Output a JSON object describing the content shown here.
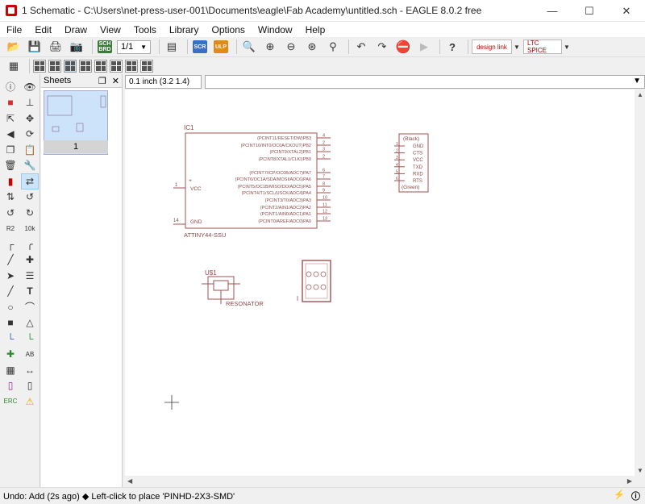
{
  "window": {
    "title": "1 Schematic - C:\\Users\\net-press-user-001\\Documents\\eagle\\Fab Academy\\untitled.sch - EAGLE 8.0.2 free"
  },
  "menu": [
    "File",
    "Edit",
    "Draw",
    "View",
    "Tools",
    "Library",
    "Options",
    "Window",
    "Help"
  ],
  "toolbar": {
    "sheet_select": "1/1",
    "sch_brd": "SCH BRD",
    "scr": "SCR",
    "ulp": "ULP",
    "designlink": "design link",
    "ltspice": "LTC SPICE"
  },
  "sheets": {
    "title": "Sheets",
    "sheet_number": "1"
  },
  "command": {
    "coord_readout": "0.1 inch (3.2 1.4)",
    "input_value": ""
  },
  "status": {
    "message": "Undo: Add (2s ago) ◆ Left-click to place 'PINHD-2X3-SMD'"
  },
  "schematic": {
    "ic1": {
      "name": "IC1",
      "value": "ATTINY44-SSU",
      "vcc": "VCC",
      "gnd": "GND",
      "vcc_pin": "1",
      "gnd_pin": "14",
      "pins": [
        {
          "num": "4",
          "label": "(PCINT11/RESET/DW)PB3"
        },
        {
          "num": "2",
          "label": "(PCINT10/INT0/OC0A/CKOUT)PB2"
        },
        {
          "num": "3",
          "label": "(PCINT9/XTAL2)PB1"
        },
        {
          "num": "2",
          "label": "(PCINT8/XTAL1/CLKI)PB0"
        },
        {
          "num": "6",
          "label": "(PCINT7/ICP/OC0B/ADC7)PA7"
        },
        {
          "num": "7",
          "label": "(PCINT6/OC1A/SDA/MOSI/ADC6)PA6"
        },
        {
          "num": "8",
          "label": "(PCINT5/OC1B/MISO/DO/ADC5)PA5"
        },
        {
          "num": "9",
          "label": "(PCINT4/T1/SCL/USCK/ADC4)PA4"
        },
        {
          "num": "10",
          "label": "(PCINT3/T0/ADC3)PA3"
        },
        {
          "num": "11",
          "label": "(PCINT2/AIN1/ADC2)PA2"
        },
        {
          "num": "12",
          "label": "(PCINT1/AIN0/ADC1)PA1"
        },
        {
          "num": "13",
          "label": "(PCINT0/AREF/ADC0)PA0"
        }
      ]
    },
    "ftdi": {
      "top": "(Black)",
      "bottom": "(Green)",
      "pins": [
        "GND",
        "CTS",
        "VCC",
        "TXD",
        "RXD",
        "RTS"
      ],
      "nums": [
        "1",
        "2",
        "3",
        "4",
        "5",
        "6"
      ]
    },
    "resonator": {
      "name": "U$1",
      "value": "RESONATOR"
    }
  }
}
